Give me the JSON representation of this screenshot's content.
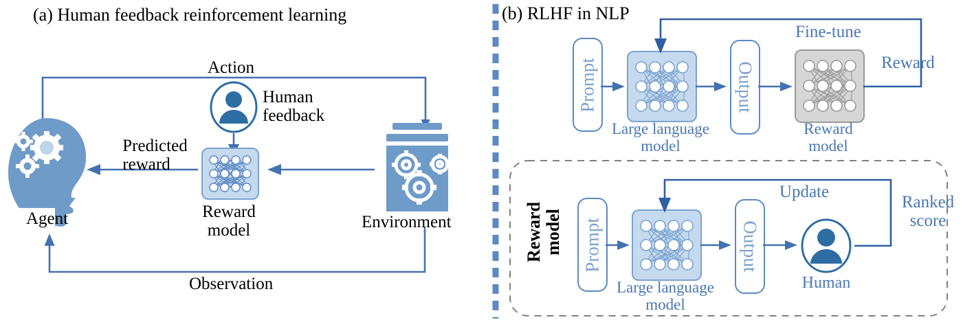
{
  "colors": {
    "accent_blue": "#4a77b4",
    "line_blue": "#4472b0",
    "light_blue_fill": "#c5d9ef",
    "icon_blue": "#6f9bc9",
    "deep_blue": "#2e6da4",
    "gray_fill": "#d6d6d6",
    "gray_stroke": "#9a9a9a",
    "text_black": "#000000",
    "label_blue": "#4a77b4",
    "box_label_blue": "#7ba0cc",
    "dashed_gray": "#808080"
  },
  "panel_a": {
    "title": "(a) Human feedback reinforcement learning",
    "arrows": {
      "action": "Action",
      "observation": "Observation",
      "predicted_reward": "Predicted\nreward",
      "human_feedback": "Human\nfeedback"
    },
    "nodes": {
      "agent": {
        "label": "Agent",
        "icon": "brain-gears-icon"
      },
      "reward_model": {
        "label": "Reward\nmodel",
        "icon": "neural-network-icon",
        "rows": 3,
        "cols": 4
      },
      "environment": {
        "label": "Environment",
        "icon": "gears-server-icon"
      },
      "human": {
        "label": "",
        "icon": "person-circle-icon"
      }
    }
  },
  "panel_b": {
    "title": "(b) RLHF in NLP",
    "top_flow": {
      "prompt": "Prompt",
      "llm": {
        "caption": "Large language\nmodel",
        "rows": 3,
        "cols": 4
      },
      "output": "Output",
      "reward_model": {
        "caption": "Reward\nmodel",
        "rows": 3,
        "cols": 4
      },
      "feedback_label": "Fine-tune",
      "return_label": "Reward"
    },
    "bottom_flow": {
      "group_label": "Reward\nmodel",
      "prompt": "Prompt",
      "llm": {
        "caption": "Large language\nmodel",
        "rows": 3,
        "cols": 4
      },
      "output": "Output",
      "human": {
        "caption": "Human",
        "icon": "person-circle-icon"
      },
      "feedback_label": "Update",
      "return_label": "Ranked\nscore"
    }
  },
  "separator": {
    "icon": "vertical-dashed-divider",
    "style": "dashed"
  }
}
